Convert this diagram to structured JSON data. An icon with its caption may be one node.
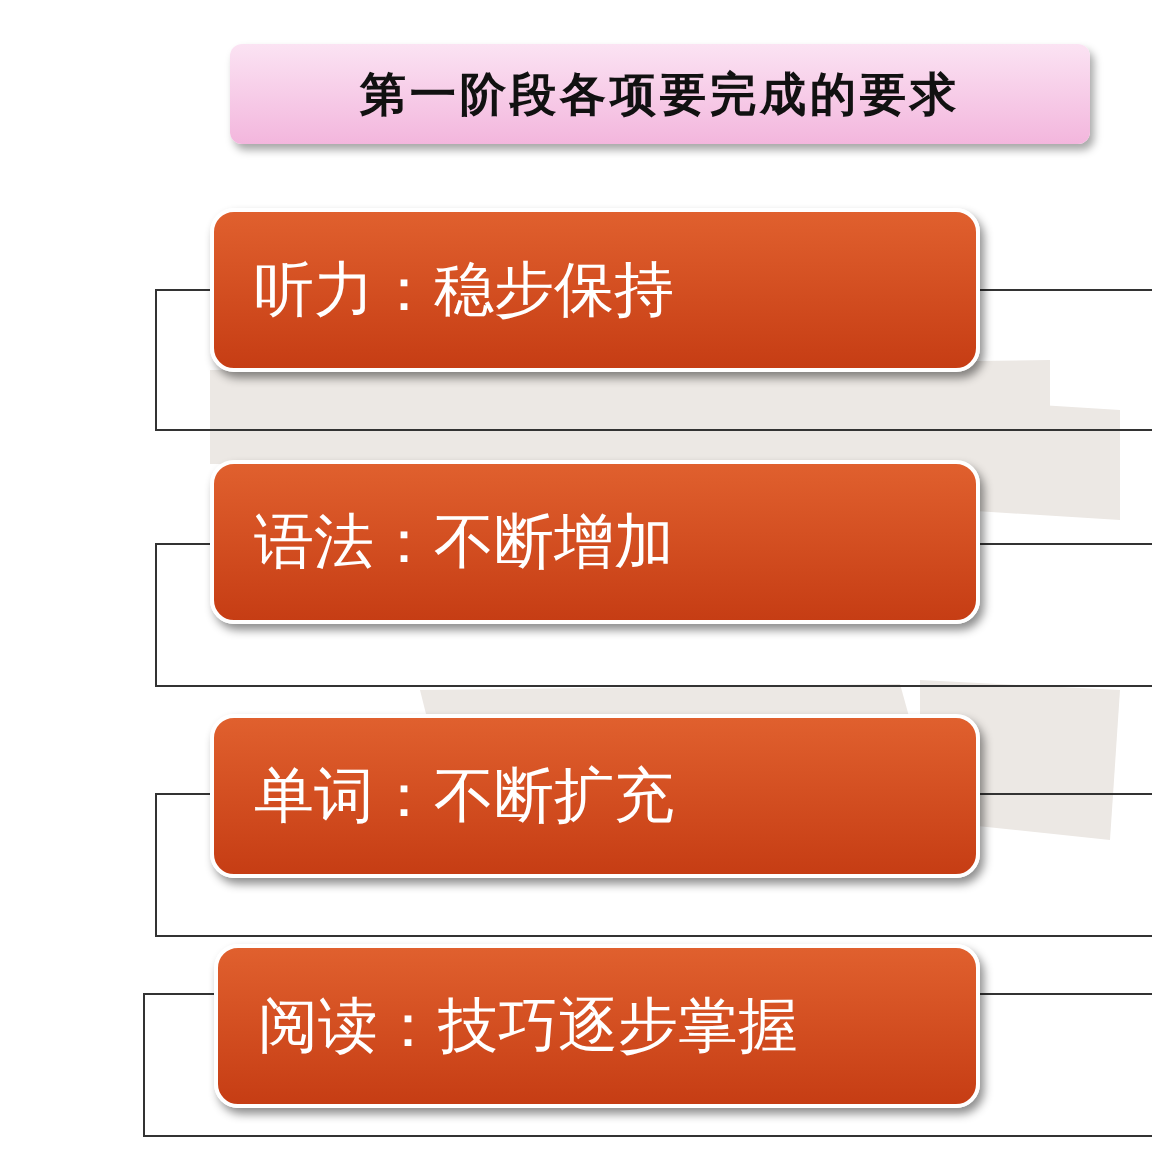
{
  "diagram": {
    "title": "第一阶段各项要完成的要求",
    "nodes": [
      {
        "text": [
          "听力：稳步保持"
        ]
      },
      {
        "text": [
          "语法：不断增加"
        ]
      },
      {
        "text": [
          "单词：不断扩充"
        ]
      },
      {
        "text": [
          "阅读：技巧逐步掌握"
        ]
      }
    ]
  }
}
